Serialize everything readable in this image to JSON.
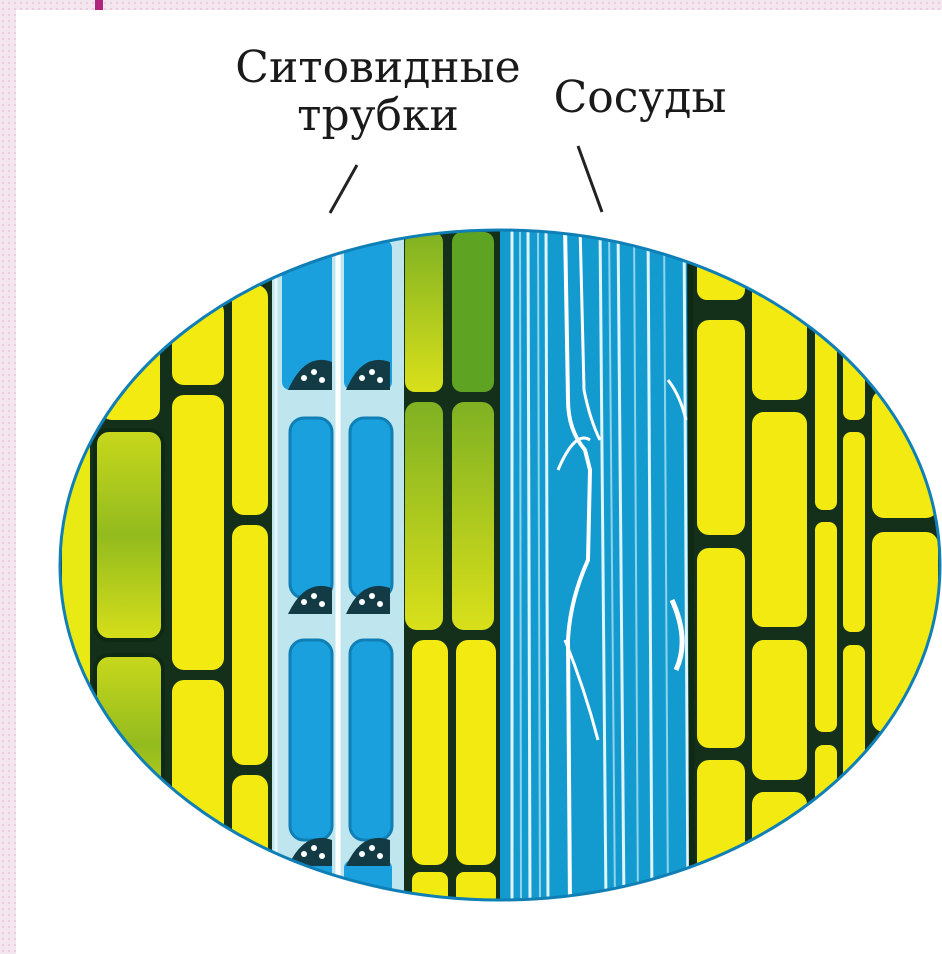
{
  "labels": {
    "sieve_tubes_line1": "Ситовидные",
    "sieve_tubes_line2": "трубки",
    "vessels": "Сосуды"
  },
  "colors": {
    "accent": "#b0267a",
    "background": "#f4e6ef",
    "parenchyma_yellow": "#f2ea10",
    "parenchyma_green": "#9cc21a",
    "sieve_blue": "#1aa0dd",
    "vessel_blue": "#139bd0",
    "cell_wall": "#14301a"
  }
}
